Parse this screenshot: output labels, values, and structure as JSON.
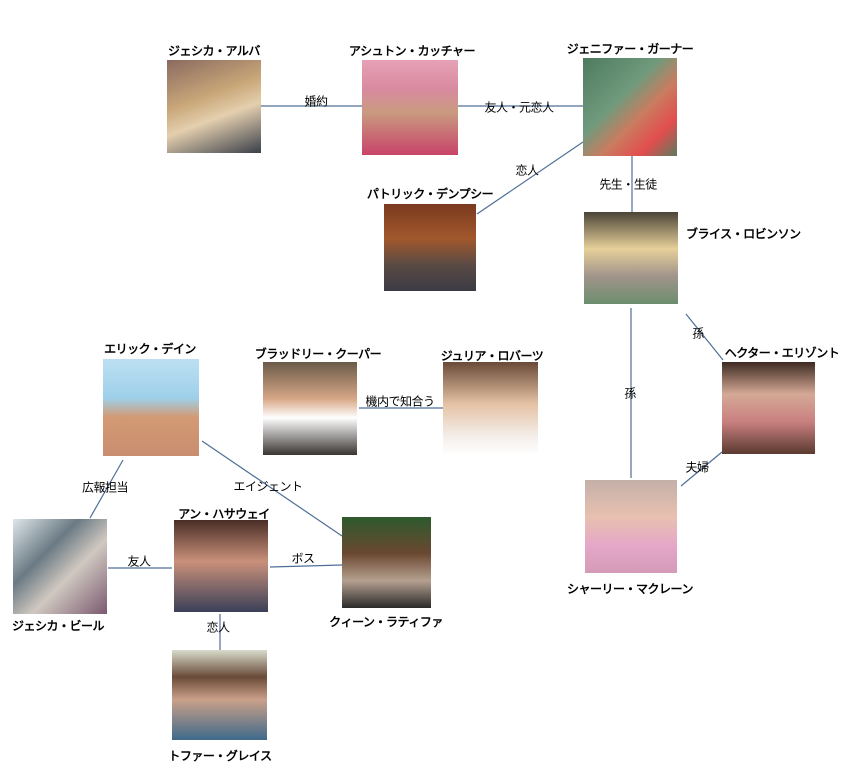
{
  "people": {
    "jessica_alba": "ジェシカ・アルバ",
    "ashton_kutcher": "アシュトン・カッチャー",
    "jennifer_garner": "ジェニファー・ガーナー",
    "patrick_dempsey": "パトリック・デンプシー",
    "bryce_robinson": "ブライス・ロビンソン",
    "hector_elizondo": "ヘクター・エリゾント",
    "shirley_maclaine": "シャーリー・マクレーン",
    "eric_dane": "エリック・デイン",
    "bradley_cooper": "ブラッドリー・クーパー",
    "julia_roberts": "ジュリア・ロバーツ",
    "jessica_biel": "ジェシカ・ビール",
    "anne_hathaway": "アン・ハサウェイ",
    "queen_latifah": "クィーン・ラティファ",
    "topher_grace": "トファー・グレイス"
  },
  "relations": {
    "alba_kutcher": "婚約",
    "kutcher_garner": "友人・元恋人",
    "garner_dempsey": "恋人",
    "garner_robinson": "先生・生徒",
    "robinson_elizondo": "孫",
    "robinson_maclaine": "孫",
    "elizondo_maclaine": "夫婦",
    "cooper_roberts": "機内で知合う",
    "dane_biel": "広報担当",
    "dane_latifah": "エイジェント",
    "biel_hathaway": "友人",
    "hathaway_latifah": "ボス",
    "hathaway_grace": "恋人"
  },
  "line_color": "#4f6f96"
}
